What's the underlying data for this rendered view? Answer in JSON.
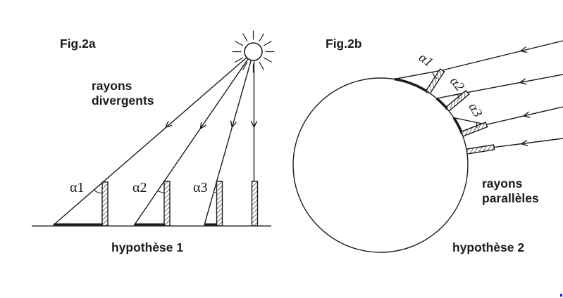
{
  "figure_2a": {
    "title": "Fig.2a",
    "rays_caption_line1": "rayons",
    "rays_caption_line2": "divergents",
    "hypothesis_caption": "hypothèse 1",
    "angle_labels": [
      "α1",
      "α2",
      "α3"
    ]
  },
  "figure_2b": {
    "title": "Fig.2b",
    "rays_caption_line1": "rayons",
    "rays_caption_line2": "parallèles",
    "hypothesis_caption": "hypothèse 2",
    "angle_labels": [
      "α1",
      "α2",
      "α3"
    ]
  },
  "icons": {
    "sun_icon": "circle-with-radiating-ticks"
  },
  "colors": {
    "ink": "#1c1c1c",
    "background": "#ffffff",
    "corner_artifact": "#2222bb"
  }
}
